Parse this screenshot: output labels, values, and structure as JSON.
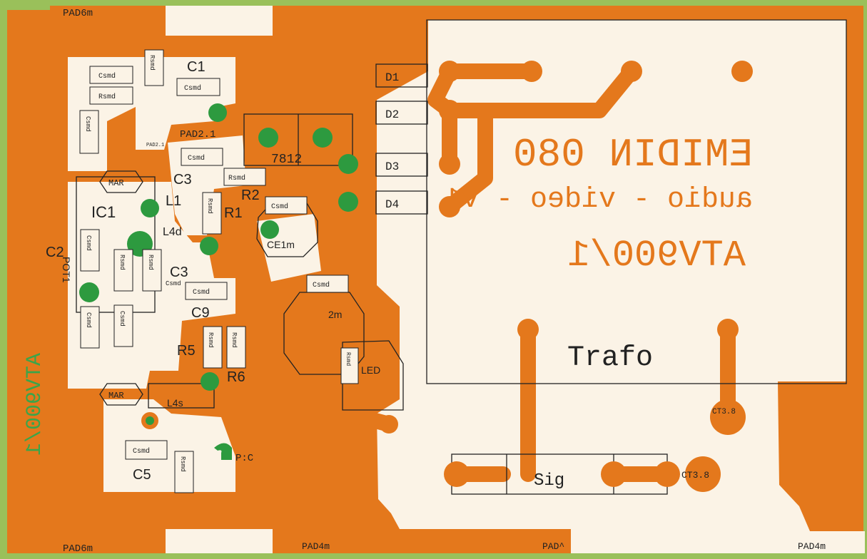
{
  "colors": {
    "copper": "#e4781c",
    "substrate": "#fbf3e6",
    "pad_green": "#2d9a3f",
    "border_green": "#9ac05a",
    "silk": "#222222",
    "mirror_text": "#3aa54a"
  },
  "edge_pads": {
    "top_left": "PAD6m",
    "bottom_left": "PAD6m",
    "bottom_mid": "PAD4m",
    "bottom_mid2": "PAD^",
    "bottom_right": "PAD4m"
  },
  "components": {
    "r_top": "Rsmd",
    "c1_body": "Csmd",
    "c1_label": "C1",
    "cs1": "Csmd",
    "rs1": "Rsmd",
    "cs_left": "Csmd",
    "pad2_1": "PAD2.1",
    "pad2_small": "PAD2.1",
    "c3a_body": "Csmd",
    "c3a_label": "C3",
    "mar_top": "MAR",
    "r2_body": "Rsmd",
    "r2_label": "R2",
    "l1": "L1",
    "l4d": "L4d",
    "r1_body": "Rsmd",
    "r1_label": "R1",
    "ic1": "IC1",
    "c2": "C2",
    "pot1": "POT1",
    "cs_ic": "Csmd",
    "rs_ic1": "Rsmd",
    "rs_ic2": "Rsmd",
    "c3b": "C3",
    "cs_c3b": "Csmd",
    "cs_low": "Csmd",
    "cs_left2": "Csmd",
    "c9_body": "Csmd",
    "c9": "C9",
    "r5": "R5",
    "r5_body": "Rsmd",
    "r6_body": "Rsmd",
    "r6": "R6",
    "mar_bot": "MAR",
    "l4s": "L4s",
    "c5_body": "Csmd",
    "c5": "C5",
    "rs_c5": "Rsmd",
    "prc": "P:C",
    "reg": "7812",
    "ce1_body": "Csmd",
    "ce1": "CE1m",
    "cs_2m": "Csmd",
    "c2m": "2m",
    "led": "LED",
    "led_body": "Rsmd",
    "d1": "D1",
    "d2": "D2",
    "d3": "D3",
    "d4": "D4",
    "trafo": "Trafo",
    "sig": "Sig",
    "ct3_8a": "CT3.8",
    "ct3_8b": "CT3.8"
  },
  "mirrored_text": {
    "line1": "EMIDIN 080",
    "line2": "audio - video - v1",
    "line3": "ATV900/1",
    "side": "ATV900/1"
  }
}
